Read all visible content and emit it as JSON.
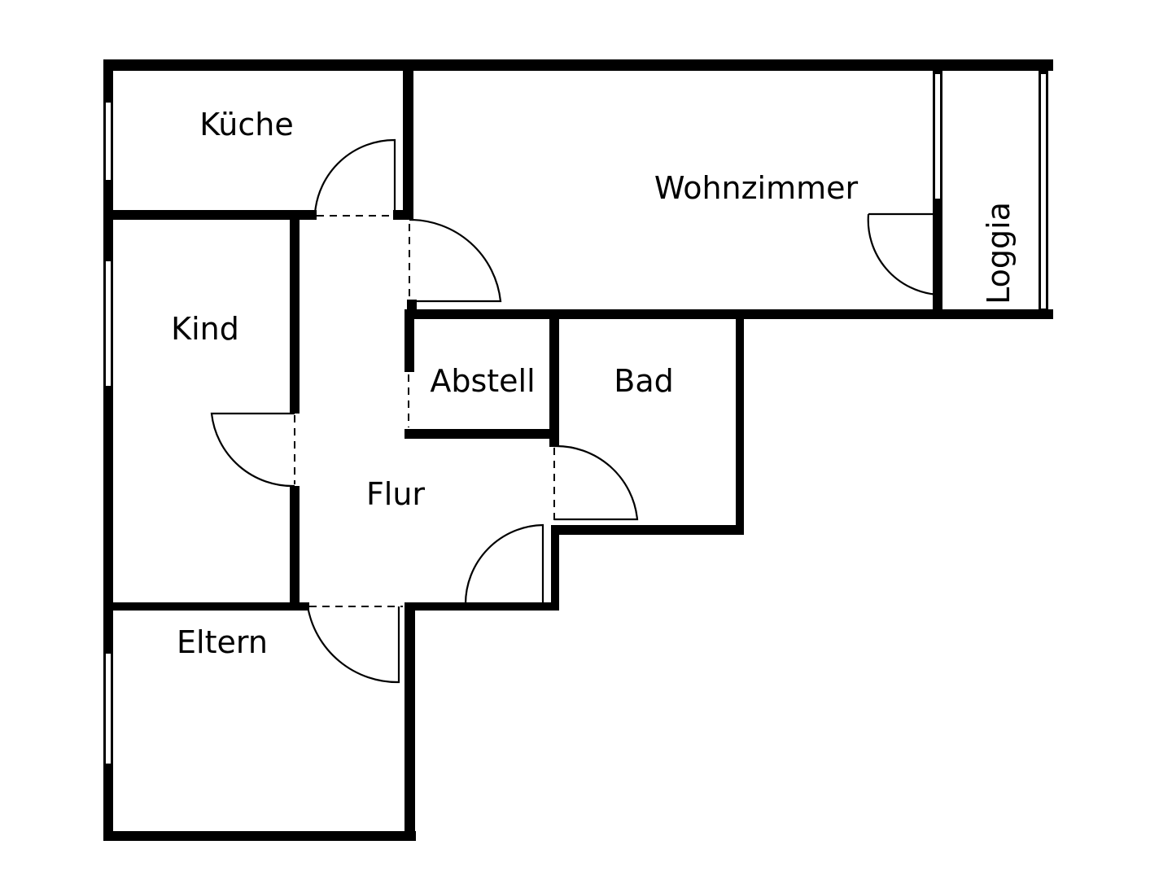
{
  "floorplan": {
    "rooms": {
      "kueche": "Küche",
      "wohnzimmer": "Wohnzimmer",
      "loggia": "Loggia",
      "kind": "Kind",
      "abstell": "Abstell",
      "bad": "Bad",
      "flur": "Flur",
      "eltern": "Eltern"
    }
  }
}
